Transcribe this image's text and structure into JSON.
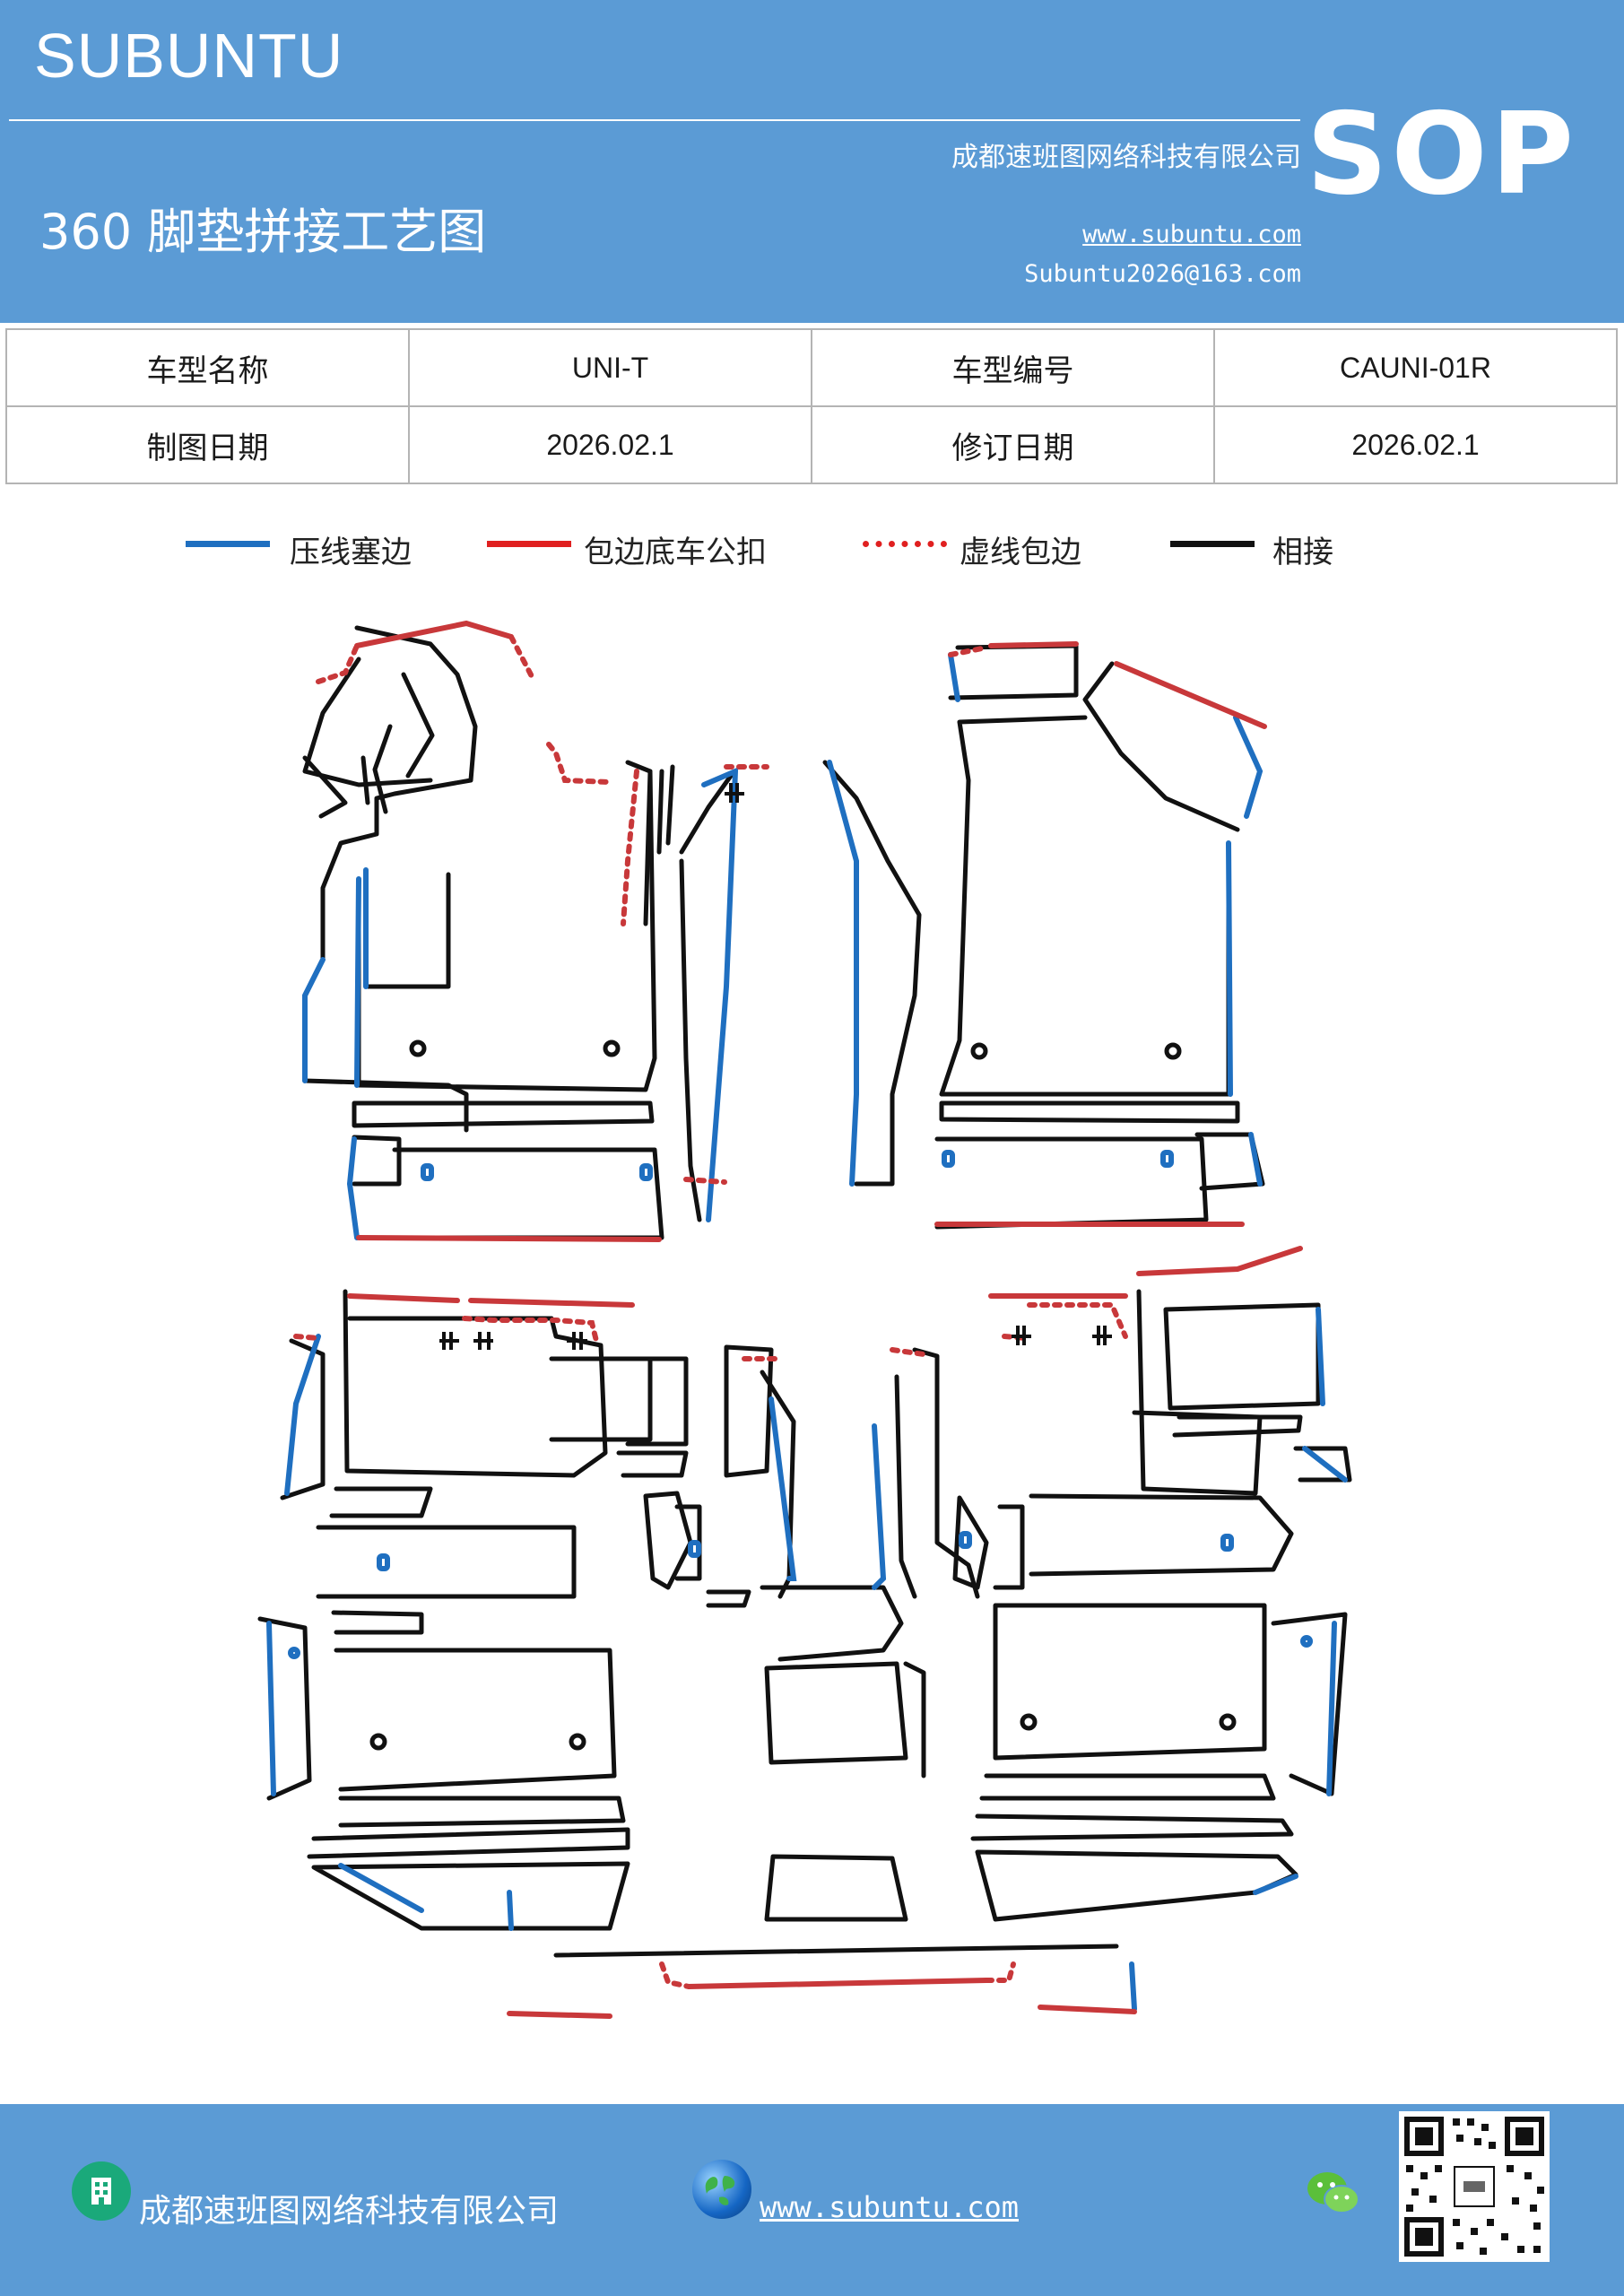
{
  "header": {
    "brand": "SUBUNTU",
    "company": "成都速班图网络科技有限公司",
    "title": "360 脚垫拼接工艺图",
    "website": "www.subuntu.com",
    "email": "Subuntu2026@163.com",
    "badge": "SOP"
  },
  "info_table": {
    "model_name_label": "车型名称",
    "model_name_value": "UNI-T",
    "model_code_label": "车型编号",
    "model_code_value": "CAUNI-01R",
    "draw_date_label": "制图日期",
    "draw_date_value": "2026.02.1",
    "revise_date_label": "修订日期",
    "revise_date_value": "2026.02.1"
  },
  "legend": [
    {
      "label": "压线塞边",
      "color": "#1f6fc0",
      "style": "solid"
    },
    {
      "label": "包边底车公扣",
      "color": "#e02020",
      "style": "solid"
    },
    {
      "label": "虚线包边",
      "color": "#e02020",
      "style": "dotted"
    },
    {
      "label": "相接",
      "color": "#111111",
      "style": "solid"
    }
  ],
  "footer": {
    "company": "成都速班图网络科技有限公司",
    "website": "www.subuntu.com",
    "building_icon": "building-icon",
    "globe_icon": "globe-icon",
    "wechat_icon": "wechat-icon",
    "qr_icon": "qr-code-icon"
  },
  "colors": {
    "header_bg": "#5b9bd5",
    "blue_line": "#1f6fc0",
    "red_line": "#c8383a",
    "black_line": "#111111"
  }
}
